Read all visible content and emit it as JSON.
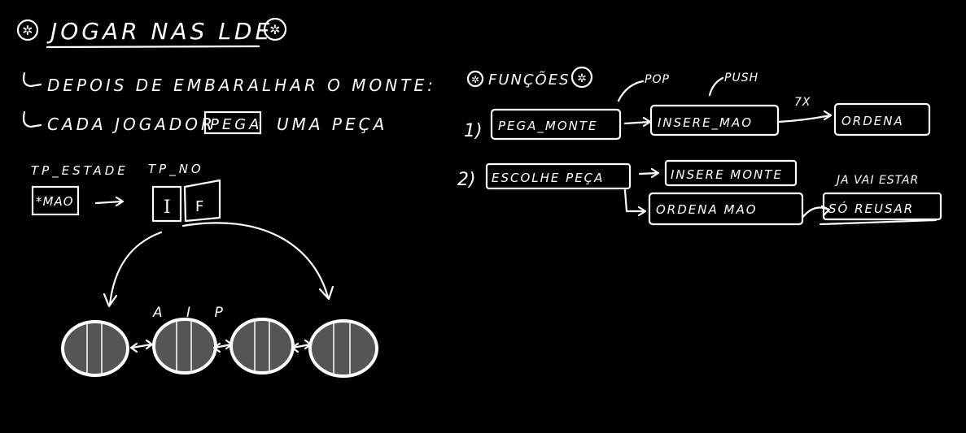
{
  "left": {
    "title": "JOGAR NAS LDE",
    "title_marker": "star-circle-icon",
    "bullets": [
      "DEPOIS DE EMBARALHAR O MONTE:",
      "CADA JOGADOR",
      "PEGA",
      "UMA PEÇA"
    ],
    "struct_labels": {
      "estado": "TP_ESTADE",
      "estado_field": "*MAO",
      "no": "TP_NO",
      "no_field_left": "I",
      "no_field_right": "F"
    },
    "list_node_label": "A I P",
    "list_node_count": 4,
    "colors": {
      "node_fill": "#555555",
      "stroke": "#ffffff"
    }
  },
  "right": {
    "title": "FUNÇÕES",
    "flows": [
      {
        "number": "1)",
        "steps": [
          "PEGA_MONTE",
          "INSERE_MAO",
          "ORDENA"
        ],
        "annotations": [
          "POP",
          "PUSH",
          "7X"
        ]
      },
      {
        "number": "2)",
        "steps": [
          "ESCOLHE PEÇA",
          "INSERE MONTE",
          "ORDENA MAO",
          "SÓ REUSAR"
        ],
        "annotations": [
          "JA VAI ESTAR"
        ]
      }
    ]
  }
}
